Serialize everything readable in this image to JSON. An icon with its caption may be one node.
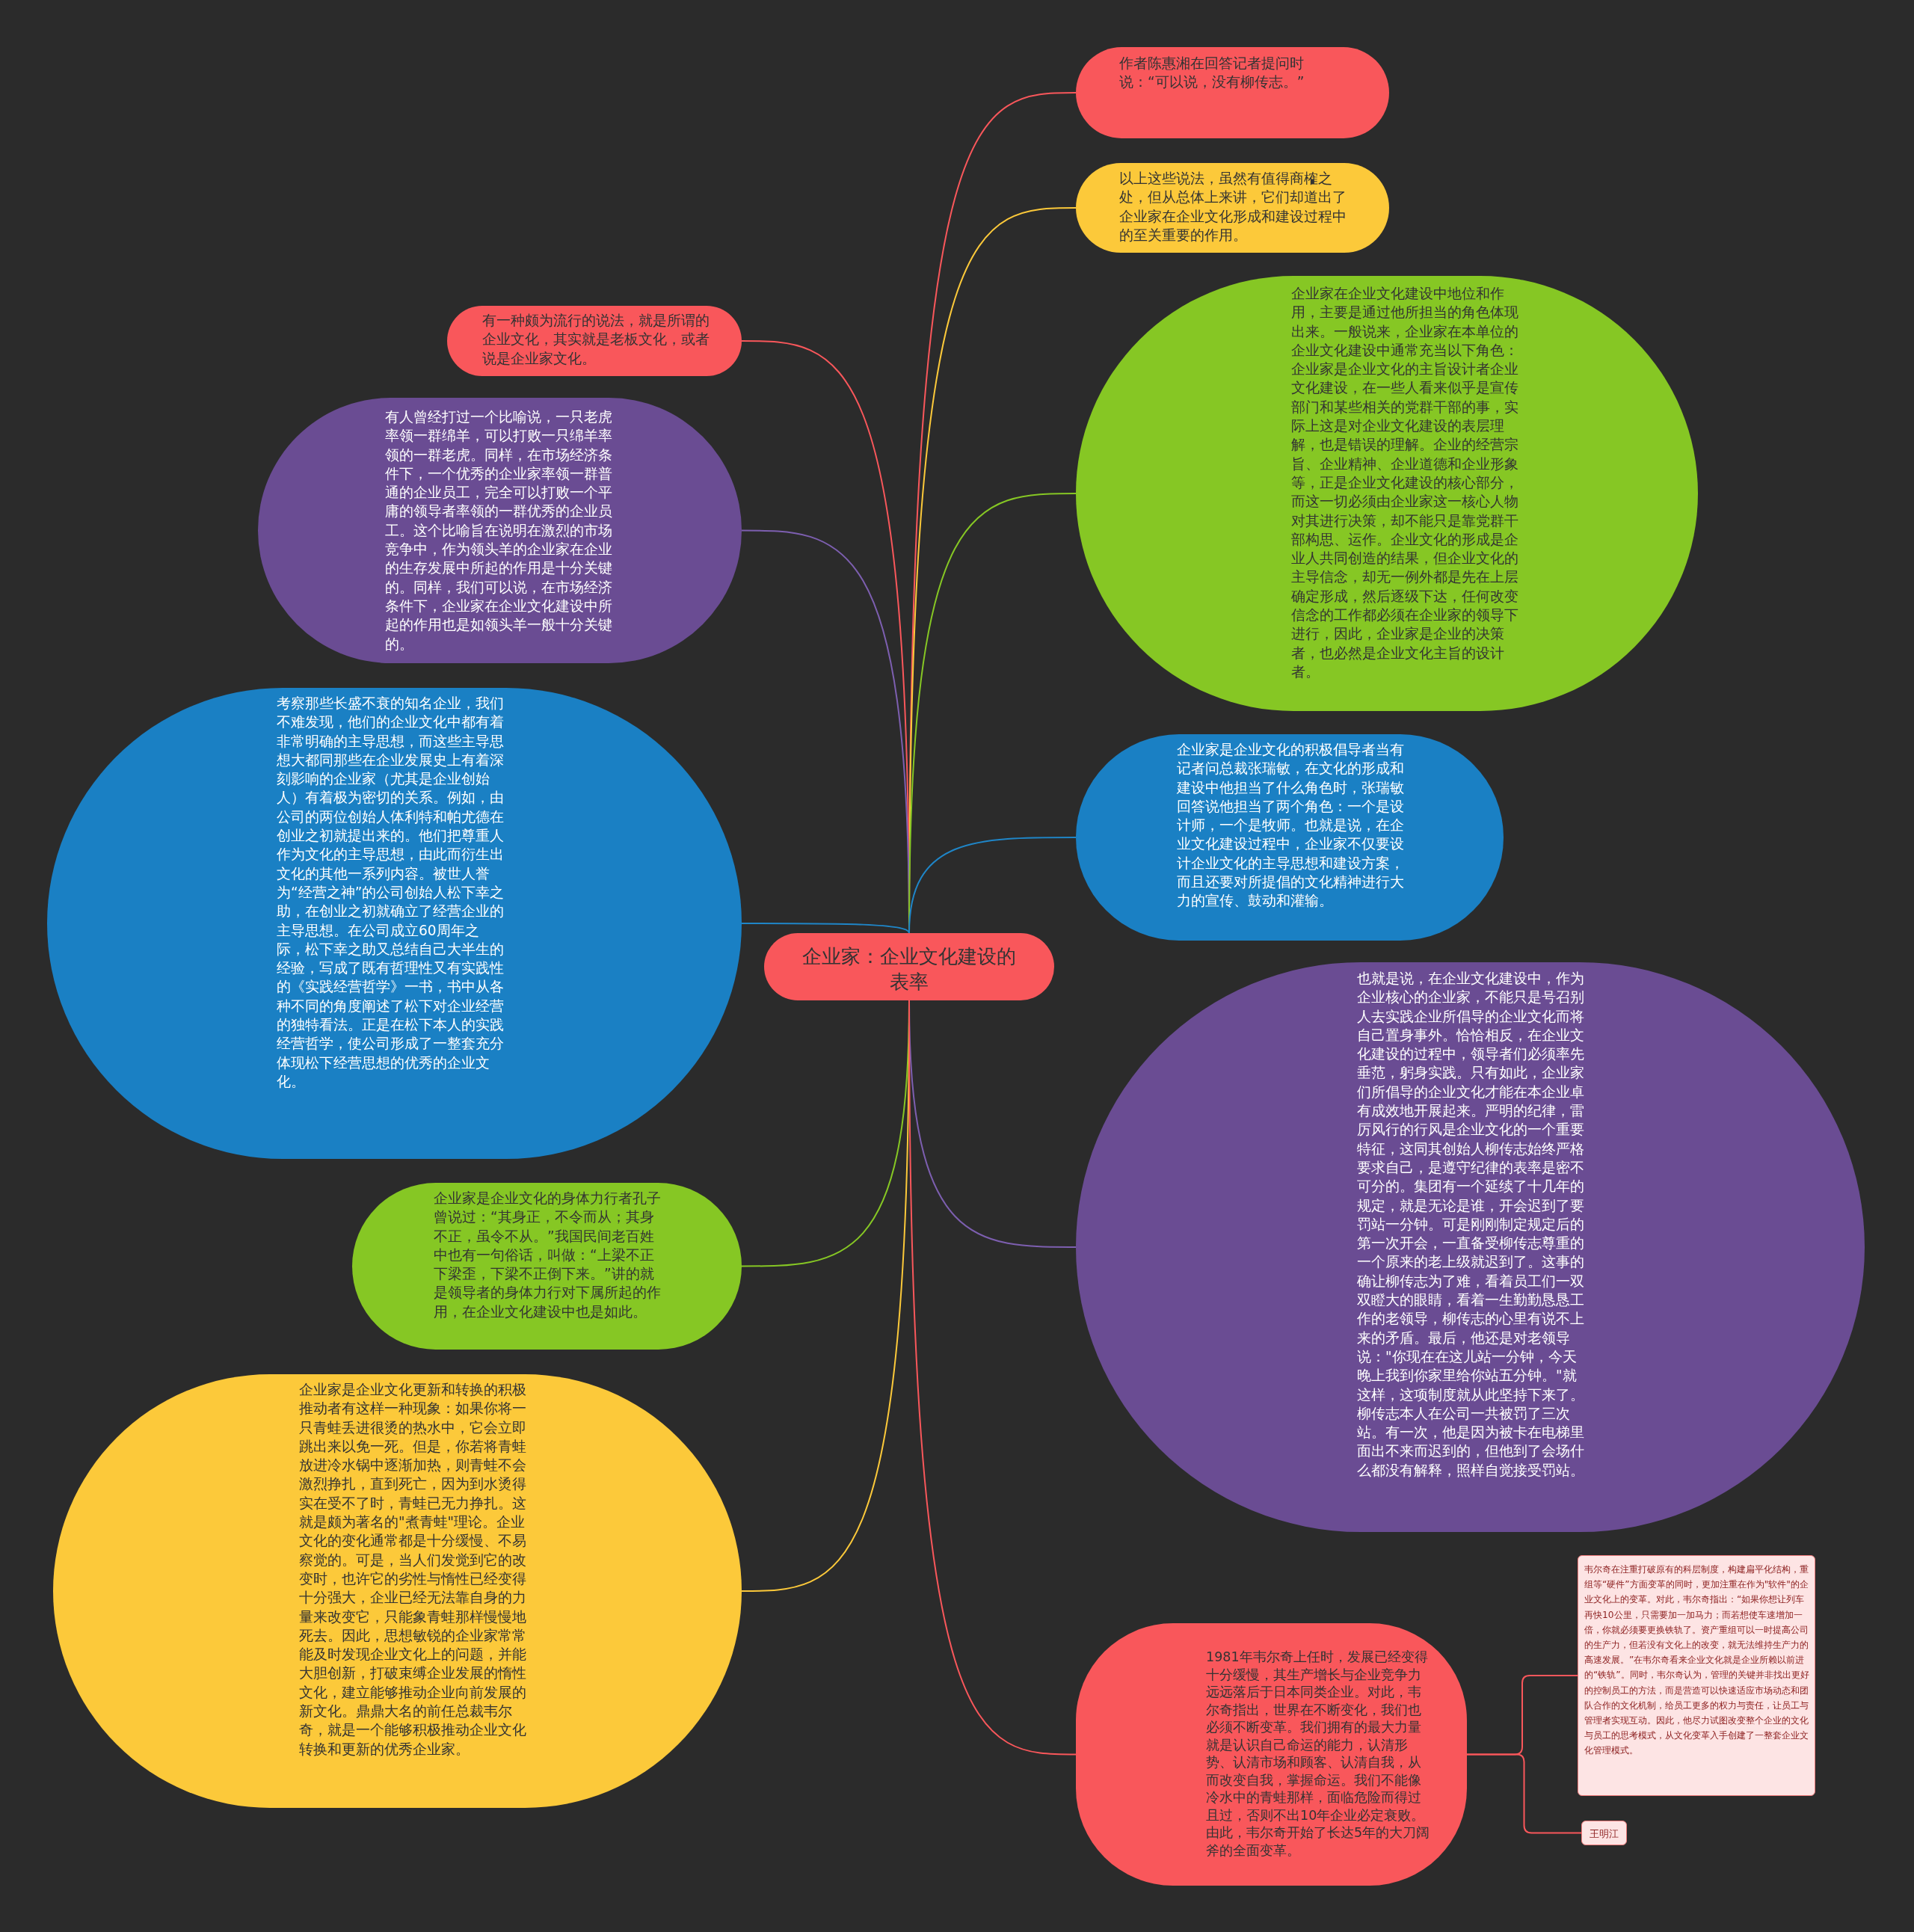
{
  "diagram": {
    "nodes": [
      {
        "text": [
          "企业家：企业文化建设的表率"
        ]
      },
      {
        "text": [
          "作者陈惠湘在回答记者提问时说：“可以说，没有柳传志。”"
        ]
      },
      {
        "text": [
          "以上这些说法，虽然有值得商榷之处，但从总体上来讲，它们却道出了企业家在企业文化形成和建设过程中的至关重要的作用。"
        ]
      },
      {
        "text": [
          "有一种颇为流行的说法，就是所谓的企业文化，其实就是老板文化，或者说是企业家文化。"
        ]
      },
      {
        "text": [
          "有人曾经打过一个比喻说，一只老虎率领一群绵羊，可以打败一只绵羊率领的一群老虎。同样，在市场经济条件下，一个优秀的企业家率领一群普通的企业员工，完全可以打败一个平庸的领导者率领的一群优秀的企业员工。这个比喻旨在说明在激烈的市场竞争中，作为领头羊的企业家在企业的生存发展中所起的作用是十分关键的。同样，我们可以说，在市场经济条件下，企业家在企业文化建设中所起的作用也是如领头羊一般十分关键的。"
        ]
      },
      {
        "text": [
          "企业家在企业文化建设中地位和作用，主要是通过他所担当的角色体现出来。一般说来，企业家在本单位的企业文化建设中通常充当以下角色：企业家是企业文化的主旨设计者企业文化建设，在一些人看来似乎是宣传部门和某些相关的党群干部的事，实际上这是对企业文化建设的表层理解，也是错误的理解。企业的经营宗旨、企业精神、企业道德和企业形象等，正是企业文化建设的核心部分，而这一切必须由企业家这一核心人物对其进行决策，却不能只是靠党群干部构思、运作。企业文化的形成是企业人共同创造的结果，但企业文化的主导信念，却无一例外都是先在上层确定形成，然后逐级下达，任何改变信念的工作都必须在企业家的领导下进行，因此，企业家是企业的决策者，也必然是企业文化主旨的设计者。"
        ]
      },
      {
        "text": [
          "考察那些长盛不衰的知名企业，我们不难发现，他们的企业文化中都有着非常明确的主导思想，而这些主导思想大都同那些在企业发展史上有着深刻影响的企业家（尤其是企业创始人）有着极为密切的关系。例如，由公司的两位创始人体利特和帕尤德在创业之初就提出来的。他们把尊重人作为文化的主导思想，由此而衍生出文化的其他一系列内容。被世人誉为“经营之神”的公司创始人松下幸之助，在创业之初就确立了经营企业的主导思想。在公司成立60周年之际，松下幸之助又总结自己大半生的经验，写成了既有哲理性又有实践性的《实践经营哲学》一书，书中从各种不同的角度阐述了松下对企业经营的独特看法。正是在松下本人的实践经营哲学，使公司形成了一整套充分体现松下经营思想的优秀的企业文化。"
        ]
      },
      {
        "text": [
          "企业家是企业文化的积极倡导者当有记者问总裁张瑞敏，在文化的形成和建设中他担当了什么角色时，张瑞敏回答说他担当了两个角色：一个是设计师，一个是牧师。也就是说，在企业文化建设过程中，企业家不仅要设计企业文化的主导思想和建设方案，而且还要对所提倡的文化精神进行大力的宣传、鼓动和灌输。"
        ]
      },
      {
        "text": [
          "也就是说，在企业文化建设中，作为企业核心的企业家，不能只是号召别人去实践企业所倡导的企业文化而将自己置身事外。恰恰相反，在企业文化建设的过程中，领导者们必须率先垂范，躬身实践。只有如此，企业家们所倡导的企业文化才能在本企业卓有成效地开展起来。严明的纪律，雷厉风行的行风是企业文化的一个重要特征，这同其创始人柳传志始终严格要求自己，是遵守纪律的表率是密不可分的。集团有一个延续了十几年的规定，就是无论是谁，开会迟到了要罚站一分钟。可是刚刚制定规定后的第一次开会，一直备受柳传志尊重的一个原来的老上级就迟到了。这事的确让柳传志为了难，看着员工们一双双瞪大的眼睛，看着一生勤勤恳恳工作的老领导，柳传志的心里有说不上来的矛盾。最后，他还是对老领导说：\"你现在在这儿站一分钟，今天晚上我到你家里给你站五分钟。\"就这样，这项制度就从此坚持下来了。柳传志本人在公司一共被罚了三次站。有一次，他是因为被卡在电梯里面出不来而迟到的，但他到了会场什么都没有解释，照样自觉接受罚站。"
        ]
      },
      {
        "text": [
          "企业家是企业文化的身体力行者孔子曾说过：“其身正，不令而从；其身不正，虽令不从。”我国民间老百姓中也有一句俗话，叫做：“上梁不正下梁歪，下梁不正倒下来。”讲的就是领导者的身体力行对下属所起的作用，在企业文化建设中也是如此。"
        ]
      },
      {
        "text": [
          "企业家是企业文化更新和转换的积极推动者有这样一种现象：如果你将一只青蛙丢进很烫的热水中，它会立即跳出来以免一死。但是，你若将青蛙放进冷水锅中逐渐加热，则青蛙不会激烈挣扎，直到死亡，因为到水烫得实在受不了时，青蛙已无力挣扎。这就是颇为著名的\"煮青蛙\"理论。企业文化的变化通常都是十分缓慢、不易察觉的。可是，当人们发觉到它的改变时，也许它的劣性与惰性已经变得十分强大，企业已经无法靠自身的力量来改变它，只能象青蛙那样慢慢地死去。因此，思想敏锐的企业家常常能及时发现企业文化上的问题，并能大胆创新，打破束缚企业发展的惰性文化，建立能够推动企业向前发展的新文化。鼎鼎大名的前任总裁韦尔奇，就是一个能够积极推动企业文化转换和更新的优秀企业家。"
        ]
      },
      {
        "text": [
          "1981年韦尔奇上任时，发展已经变得十分缓慢，其生产增长与企业竞争力远远落后于日本同类企业。对此，韦尔奇指出，世界在不断变化，我们也必须不断变革。我们拥有的最大力量就是认识自己命运的能力，认清形势、认清市场和顾客、认清自我，从而改变自我，掌握命运。我们不能像冷水中的青蛙那样，面临危险而得过且过，否则不出10年企业必定衰败。由此，韦尔奇开始了长达5年的大刀阔斧的全面变革。"
        ]
      },
      {
        "text": [
          "韦尔奇在注重打破原有的科层制度，构建扁平化结构，重组等“硬件”方面变革的同时，更加注重在作为\"软件\"的企业文化上的变革。对此，韦尔奇指出：“如果你想让列车再快10公里，只需要加一加马力；而若想使车速增加一倍，你就必须要更换铁轨了。资产重组可以一时提高公司的生产力，但若没有文化上的改变，就无法维持生产力的高速发展。”在韦尔奇看来企业文化就是企业所赖以前进的“铁轨”。同时，韦尔奇认为，管理的关键并非找出更好的控制员工的方法，而是营造可以快速适应市场动态和团队合作的文化机制，给员工更多的权力与责任，让员工与管理者实现互动。因此，他尽力试图改变整个企业的文化与员工的思考模式，从文化变革入手创建了一整套企业文化管理模式。"
        ]
      },
      {
        "text": [
          "王明江"
        ]
      }
    ],
    "edges": [
      {
        "from": 0,
        "to": 1,
        "arrow": "none"
      },
      {
        "from": 0,
        "to": 2,
        "arrow": "none",
        "color": "#fcc93a"
      },
      {
        "from": 0,
        "to": 3,
        "arrow": "none"
      },
      {
        "from": 0,
        "to": 4,
        "arrow": "none",
        "color": "#7d5fb0"
      },
      {
        "from": 0,
        "to": 5,
        "arrow": "none",
        "color": "#86c724"
      },
      {
        "from": 0,
        "to": 6,
        "arrow": "none",
        "color": "#1f86c8"
      },
      {
        "from": 0,
        "to": 7,
        "arrow": "none",
        "color": "#1f86c8"
      },
      {
        "from": 0,
        "to": 8,
        "arrow": "none",
        "color": "#7d5fb0"
      },
      {
        "from": 0,
        "to": 9,
        "arrow": "none",
        "color": "#86c724"
      },
      {
        "from": 0,
        "to": 10,
        "arrow": "none",
        "color": "#fcc93a"
      },
      {
        "from": 0,
        "to": 11,
        "arrow": "none"
      },
      {
        "from": 11,
        "to": 12,
        "arrow": "none"
      },
      {
        "from": 11,
        "to": 13,
        "arrow": "none"
      }
    ]
  }
}
